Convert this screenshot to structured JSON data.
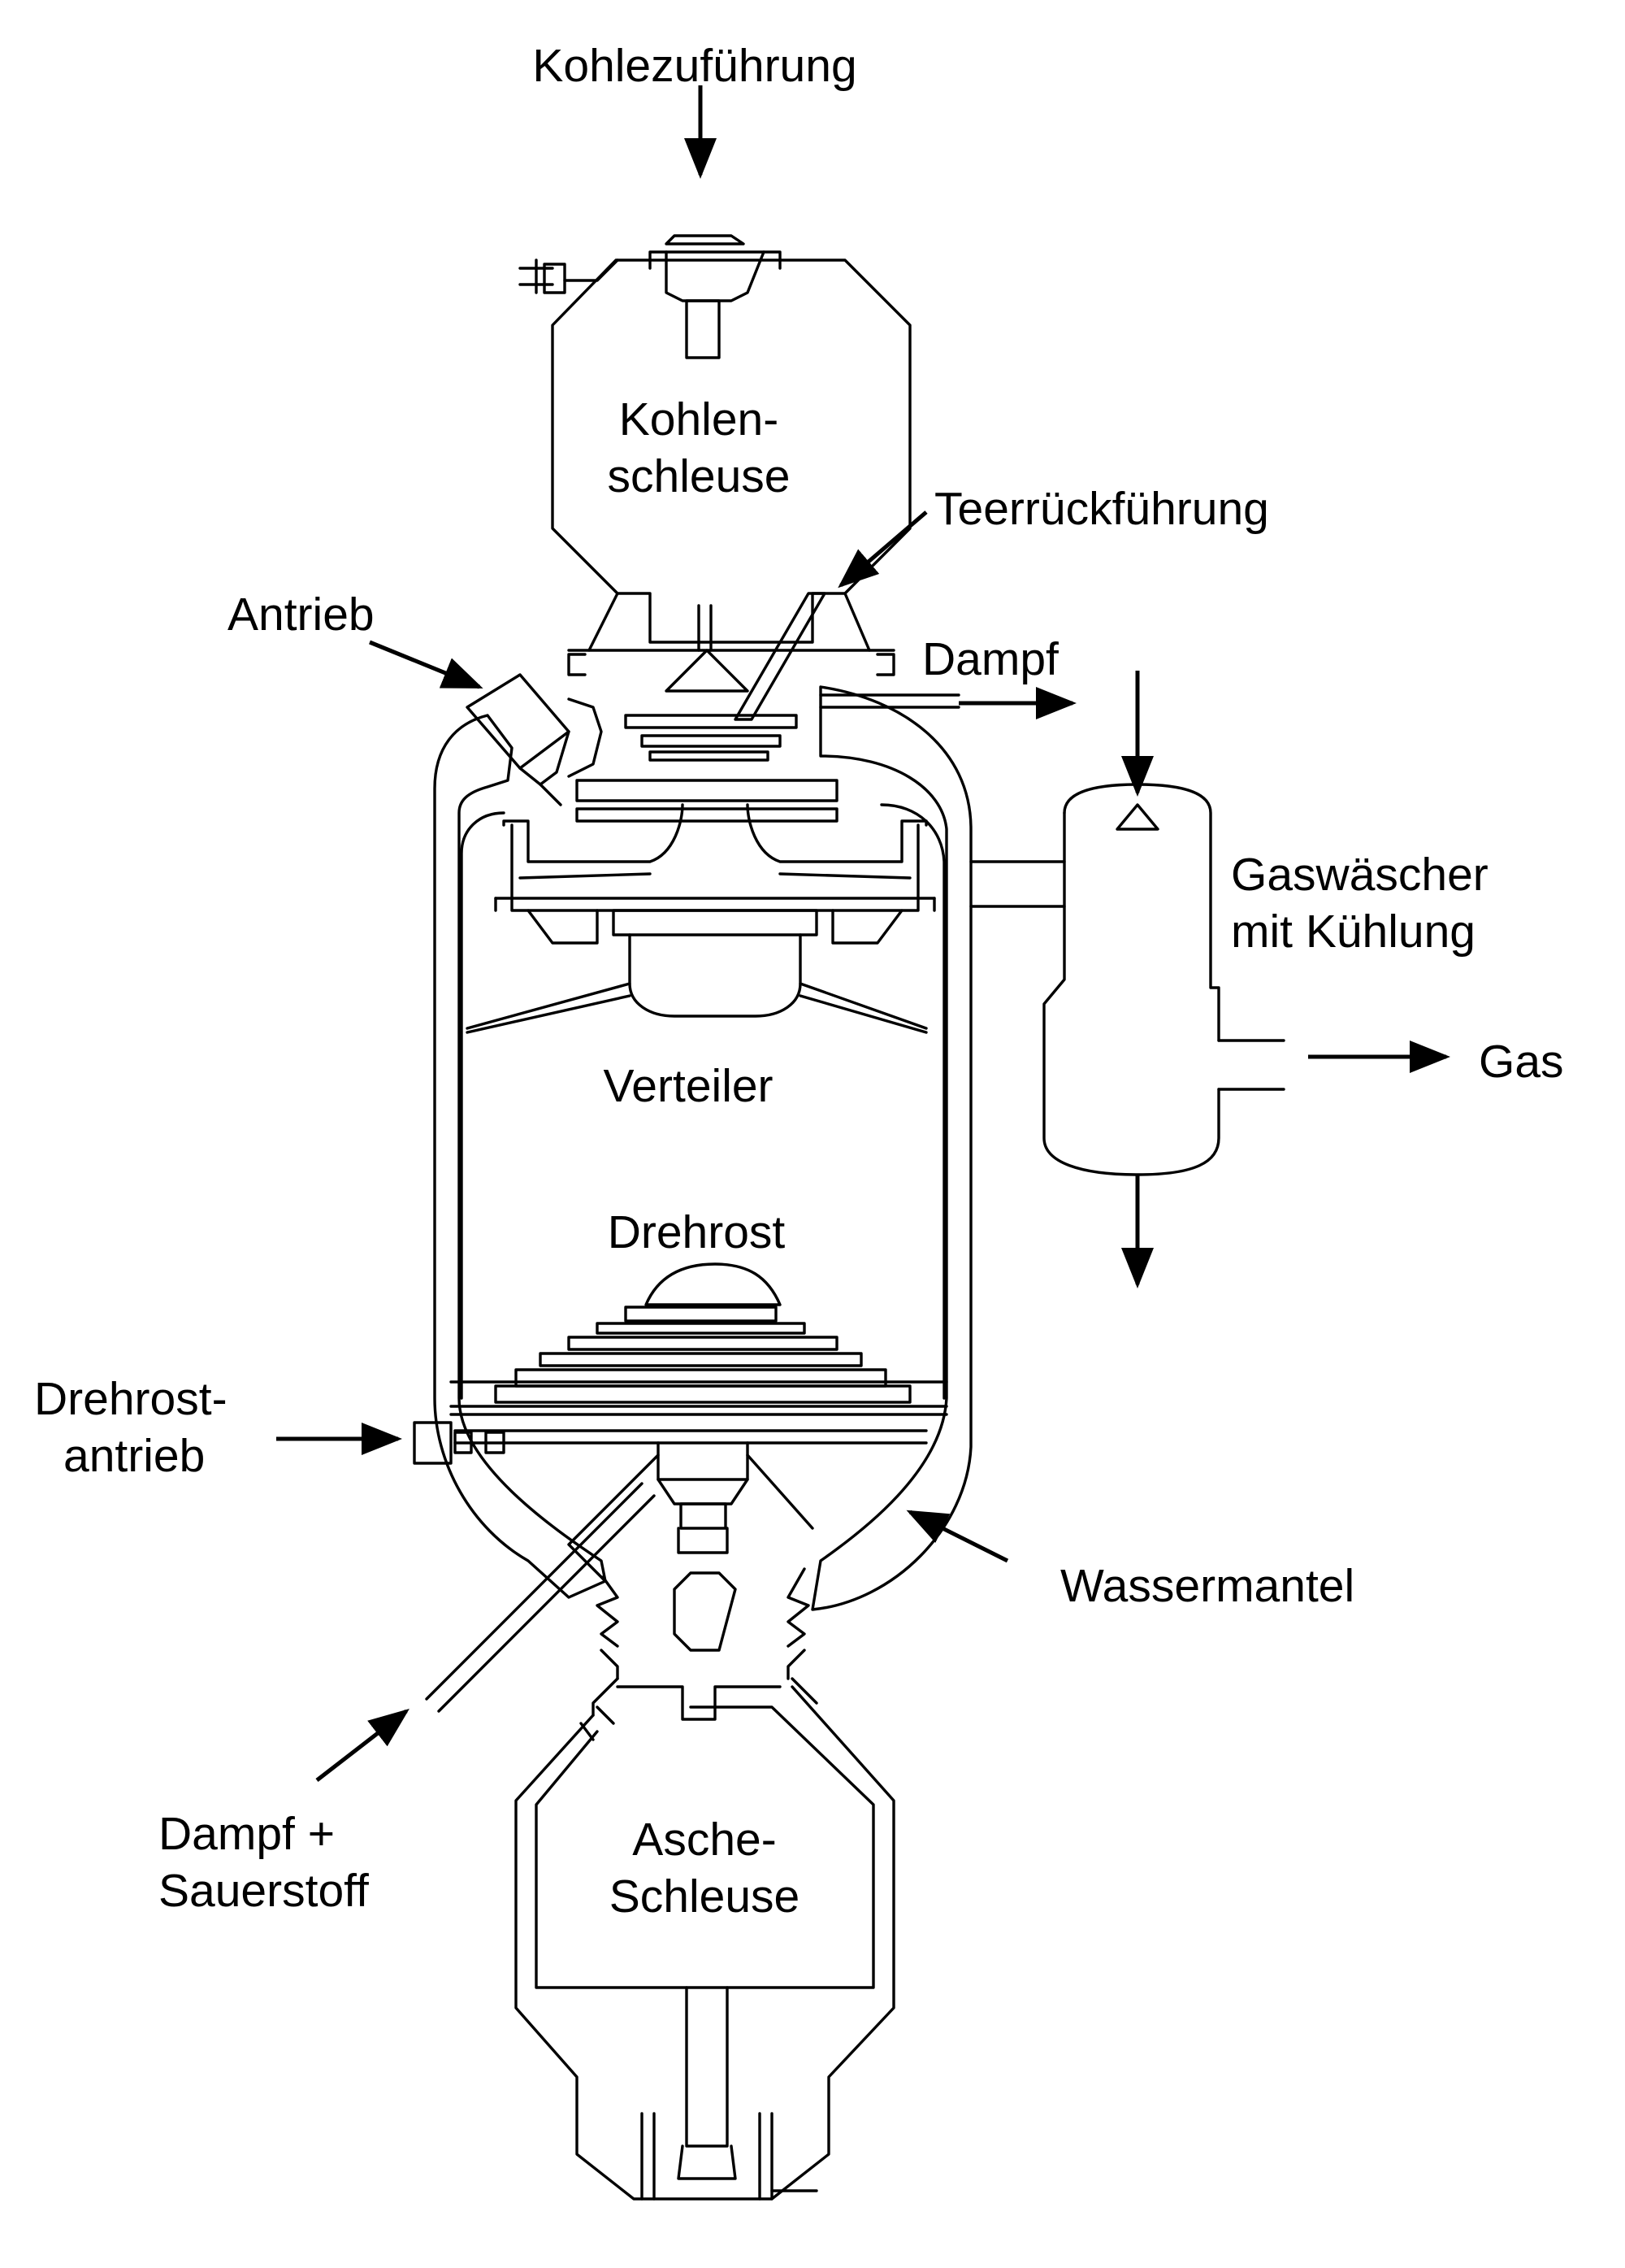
{
  "labels": {
    "kohlezufuehrung": "Kohlezuführung",
    "kohlenschleuse_1": "Kohlen-",
    "kohlenschleuse_2": "schleuse",
    "teerrueckfuehrung": "Teerrückführung",
    "antrieb": "Antrieb",
    "dampf": "Dampf",
    "gaswaescher_1": "Gaswäscher",
    "gaswaescher_2": "mit Kühlung",
    "gas": "Gas",
    "verteiler": "Verteiler",
    "drehrost": "Drehrost",
    "drehrostantrieb_1": "Drehrost-",
    "drehrostantrieb_2": "antrieb",
    "wassermantel": "Wassermantel",
    "dampf_sauerstoff_1": "Dampf +",
    "dampf_sauerstoff_2": "Sauerstoff",
    "ascheschleuse_1": "Asche-",
    "ascheschleuse_2": "Schleuse"
  },
  "colors": {
    "line": "#000000",
    "background": "#ffffff"
  }
}
